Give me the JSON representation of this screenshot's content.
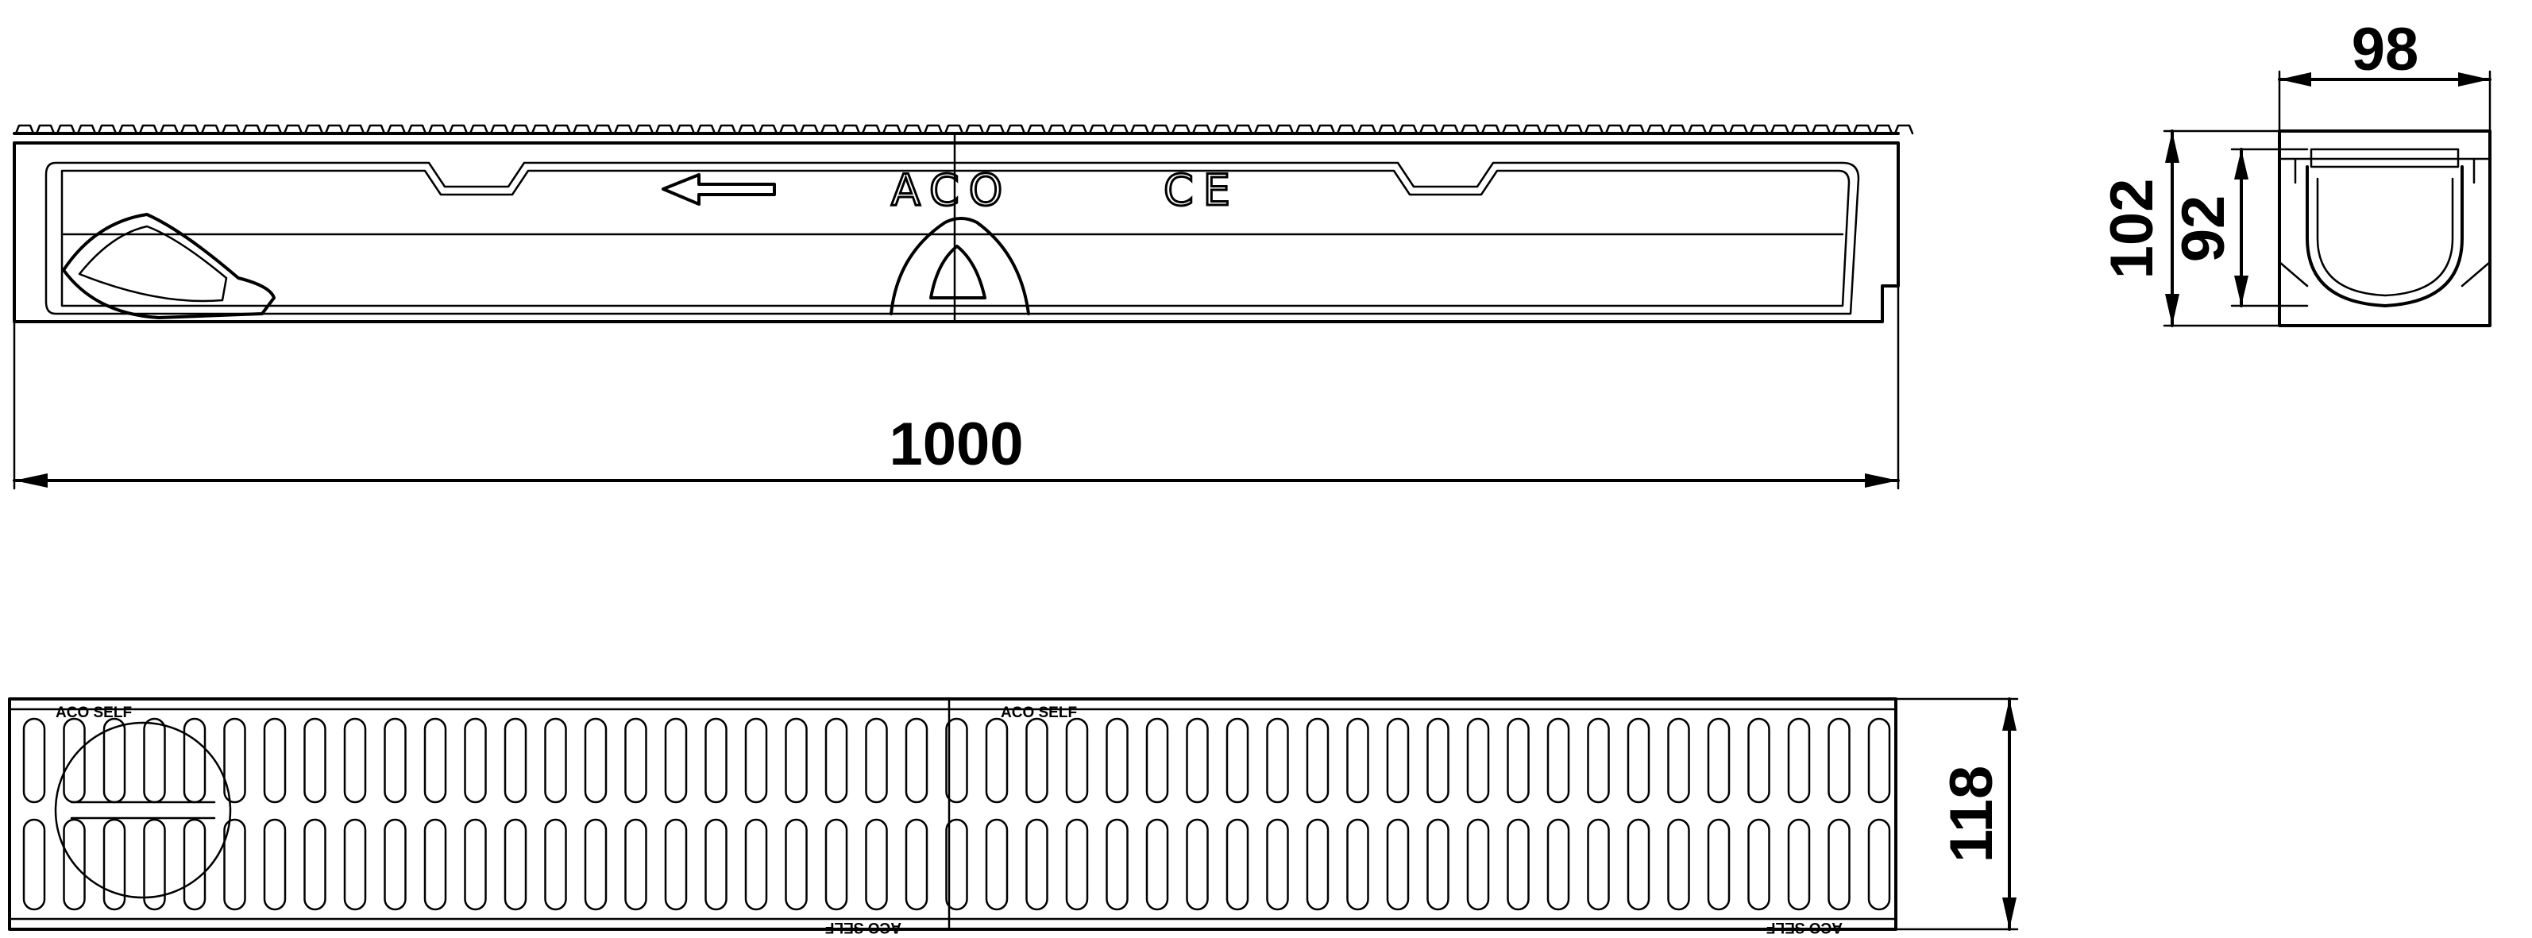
{
  "dimensions": {
    "length": "1000",
    "width": "98",
    "height_total": "102",
    "height_inner": "92",
    "grate_width": "118"
  },
  "markings": {
    "brand": "ACO",
    "conformity": "CE",
    "grate_label": "ACO SELF"
  },
  "icons": {
    "flow_arrow": "arrow-left-icon",
    "ce_mark": "ce-mark-icon"
  },
  "colors": {
    "line": "#000000",
    "background": "#ffffff"
  }
}
